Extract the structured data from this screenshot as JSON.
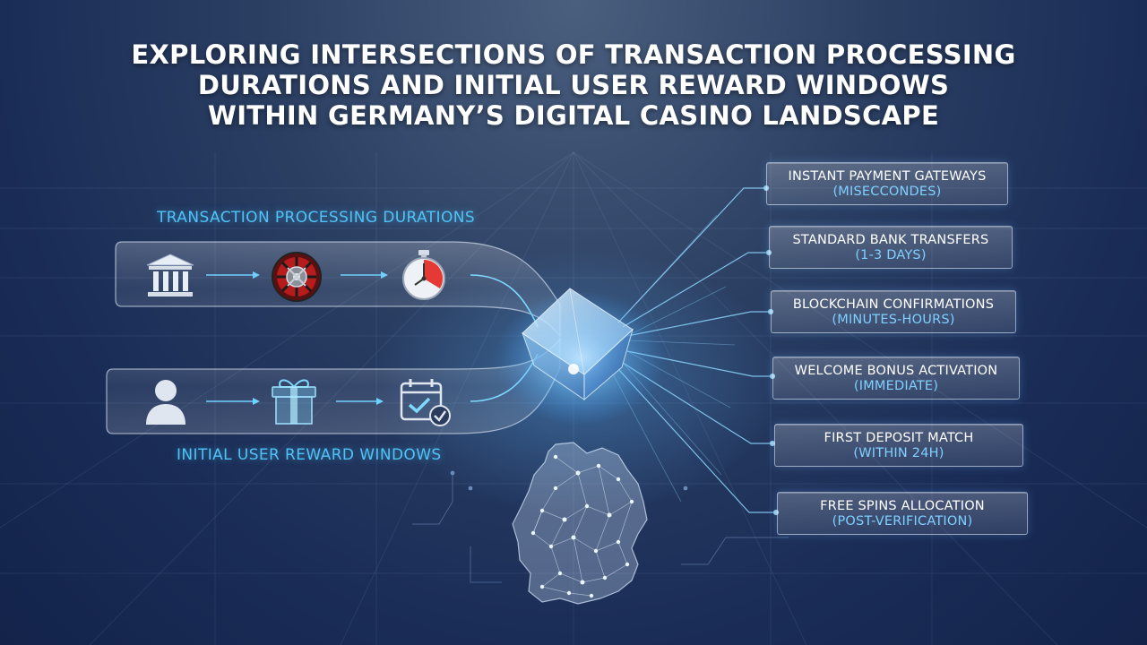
{
  "title": {
    "line1": "EXPLORING INTERSECTIONS OF TRANSACTION PROCESSING",
    "line2": "DURATIONS AND INITIAL USER REWARD WINDOWS",
    "line3": "WITHIN GERMANY’S DIGITAL CASINO LANDSCAPE"
  },
  "sections": {
    "transaction": "TRANSACTION PROCESSING DURATIONS",
    "reward": "INITIAL USER REWARD WINDOWS"
  },
  "icons": {
    "transaction_flow": [
      "bank-icon",
      "roulette-icon",
      "stopwatch-icon"
    ],
    "reward_flow": [
      "user-icon",
      "gift-icon",
      "calendar-check-icon"
    ],
    "center": "crystal-cube-icon",
    "map": "germany-network-map"
  },
  "cards": [
    {
      "title": "INSTANT PAYMENT GATEWAYS",
      "sub": "(MISECCONDES)"
    },
    {
      "title": "STANDARD BANK TRANSFERS",
      "sub": "(1-3 DAYS)"
    },
    {
      "title": "BLOCKCHAIN CONFIRMATIONS",
      "sub": "(MINUTES-HOURS)"
    },
    {
      "title": "WELCOME BONUS ACTIVATION",
      "sub": "(IMMEDIATE)"
    },
    {
      "title": "FIRST DEPOSIT MATCH",
      "sub": "(WITHIN 24H)"
    },
    {
      "title": "FREE SPINS ALLOCATION",
      "sub": "(POST-VERIFICATION)"
    }
  ],
  "colors": {
    "accent": "#4fc3f7",
    "background": "#1a2d57",
    "stopwatch_red": "#e53935",
    "roulette_red": "#b71c1c"
  }
}
